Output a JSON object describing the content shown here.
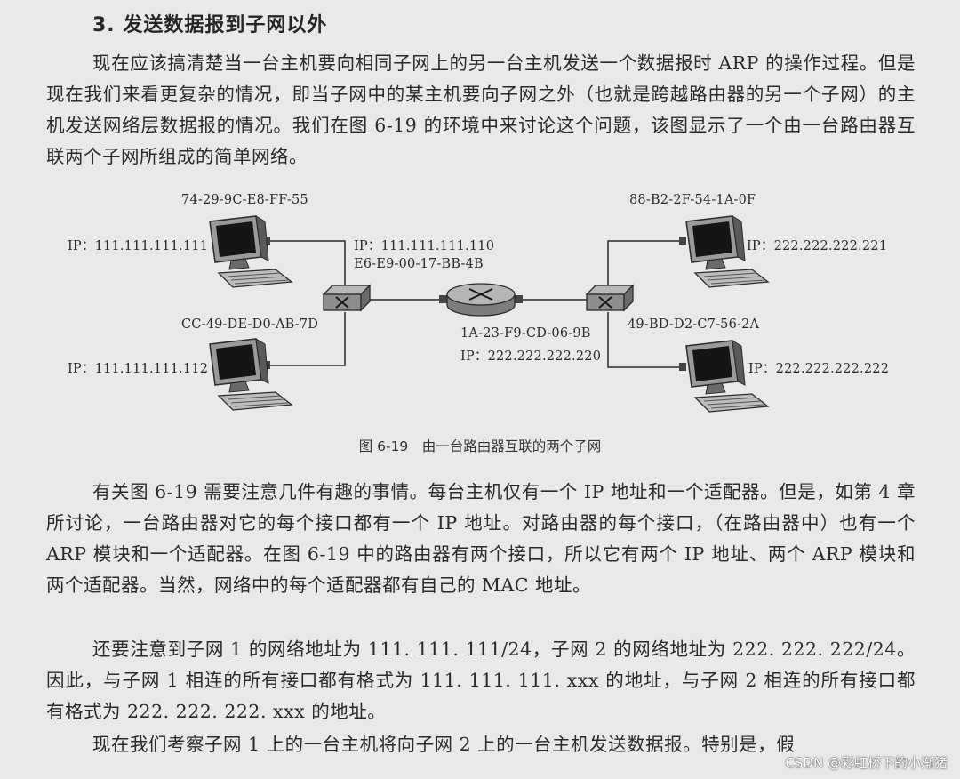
{
  "section_heading": "3. 发送数据报到子网以外",
  "paragraphs": [
    "现在应该搞清楚当一台主机要向相同子网上的另一台主机发送一个数据报时 ARP 的操作过程。但是现在我们来看更复杂的情况，即当子网中的某主机要向子网之外（也就是跨越路由器的另一个子网）的主机发送网络层数据报的情况。我们在图 6-19 的环境中来讨论这个问题，该图显示了一个由一台路由器互联两个子网所组成的简单网络。",
    "有关图 6-19 需要注意几件有趣的事情。每台主机仅有一个 IP 地址和一个适配器。但是，如第 4 章所讨论，一台路由器对它的每个接口都有一个 IP 地址。对路由器的每个接口，（在路由器中）也有一个 ARP 模块和一个适配器。在图 6-19 中的路由器有两个接口，所以它有两个 IP 地址、两个 ARP 模块和两个适配器。当然，网络中的每个适配器都有自己的 MAC 地址。",
    "还要注意到子网 1 的网络地址为 111. 111. 111/24，子网 2 的网络地址为 222. 222. 222/24。因此，与子网 1 相连的所有接口都有格式为 111. 111. 111. xxx 的地址，与子网 2 相连的所有接口都有格式为 222. 222. 222. xxx 的地址。",
    "现在我们考察子网 1 上的一台主机将向子网 2 上的一台主机发送数据报。特别是，假"
  ],
  "figure": {
    "caption": "图 6-19　由一台路由器互联的两个子网",
    "labels": {
      "host1_mac": "74-29-9C-E8-FF-55",
      "host1_ip": "IP：111.111.111.111",
      "host2_mac": "CC-49-DE-D0-AB-7D",
      "host2_ip": "IP：111.111.111.112",
      "router_if1_ip": "IP：111.111.111.110",
      "router_if1_mac": "E6-E9-00-17-BB-4B",
      "router_if2_mac": "1A-23-F9-CD-06-9B",
      "router_if2_ip": "IP：222.222.222.220",
      "host3_mac": "88-B2-2F-54-1A-0F",
      "host3_ip": "IP：222.222.222.221",
      "host4_mac": "49-BD-D2-C7-56-2A",
      "host4_ip": "IP：222.222.222.222"
    }
  },
  "watermark": "CSDN @彩虹桥下的小渐猪"
}
